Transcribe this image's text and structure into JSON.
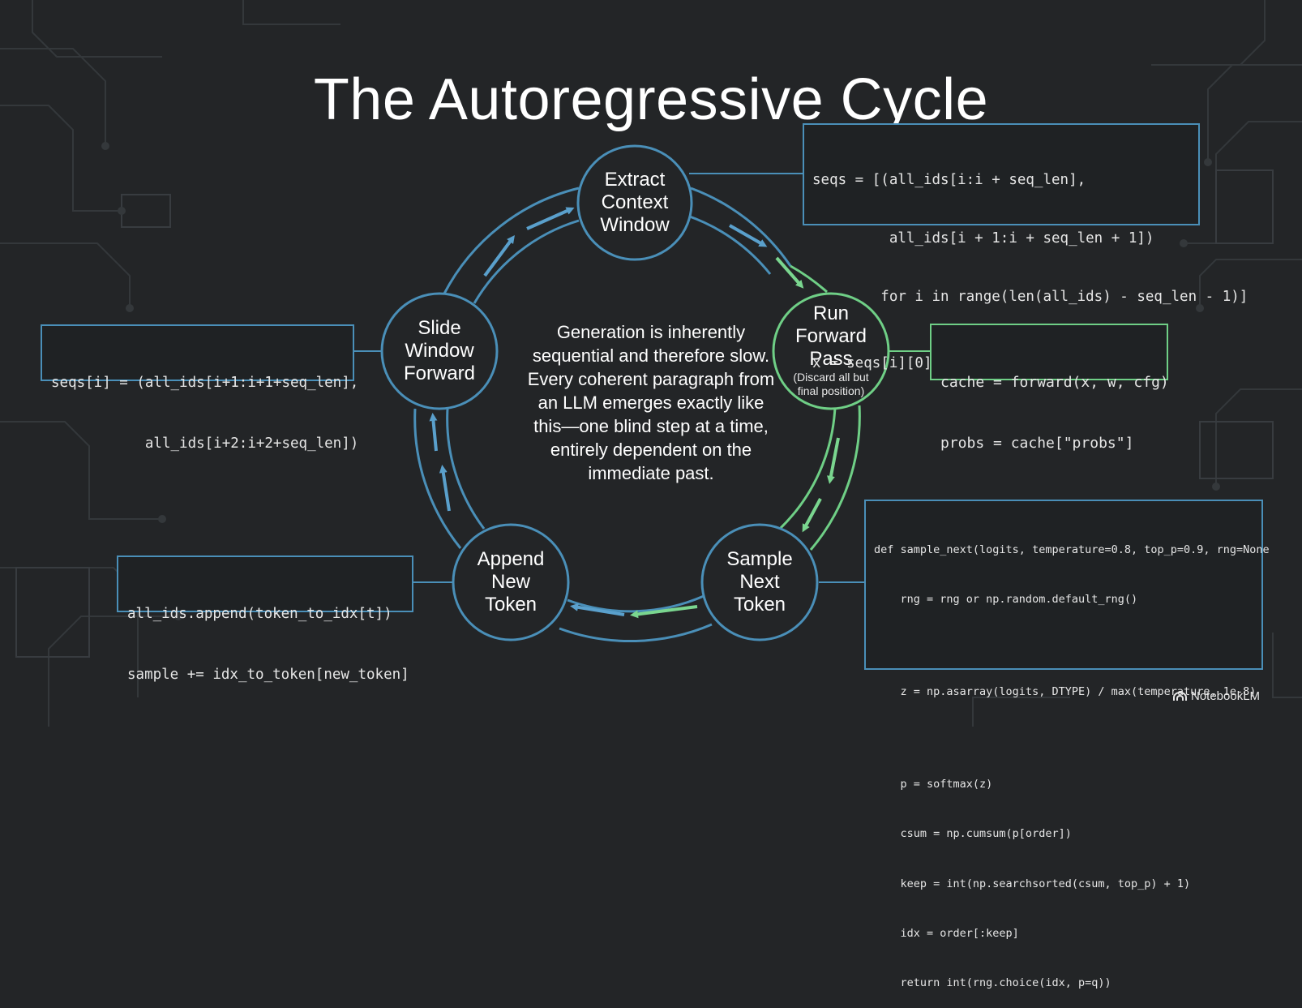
{
  "title": "The Autoregressive Cycle",
  "nodes": {
    "extract": {
      "line1": "Extract",
      "line2": "Context",
      "line3": "Window"
    },
    "run": {
      "line1": "Run",
      "line2": "Forward",
      "line3": "Pass",
      "note1": "(Discard all but",
      "note2": "final position)"
    },
    "sample": {
      "line1": "Sample",
      "line2": "Next",
      "line3": "Token"
    },
    "append": {
      "line1": "Append",
      "line2": "New",
      "line3": "Token"
    },
    "slide": {
      "line1": "Slide",
      "line2": "Window",
      "line3": "Forward"
    }
  },
  "center_text": "Generation is inherently sequential and therefore slow. Every coherent paragraph from an LLM emerges exactly like this—one blind step at a time, entirely dependent on the immediate past.",
  "code": {
    "extract": [
      "seqs = [(all_ids[i:i + seq_len],",
      "         all_ids[i + 1:i + seq_len + 1])",
      "        for i in range(len(all_ids) - seq_len - 1)]",
      "x = seqs[i][0]"
    ],
    "run": [
      "cache = forward(x, w, cfg)",
      "probs = cache[\"probs\"]"
    ],
    "sample": [
      "def sample_next(logits, temperature=0.8, top_p=0.9, rng=None",
      "    rng = rng or np.random.default_rng()",
      "",
      "    z = np.asarray(logits, DTYPE) / max(temperature, 1e-8)",
      "",
      "    p = softmax(z)",
      "    csum = np.cumsum(p[order])",
      "    keep = int(np.searchsorted(csum, top_p) + 1)",
      "    idx = order[:keep]",
      "    return int(rng.choice(idx, p=q))"
    ],
    "append": [
      "all_ids.append(token_to_idx[t])",
      "sample += idx_to_token[new_token]"
    ],
    "slide": [
      "seqs[i] = (all_ids[i+1:i+1+seq_len],",
      "           all_ids[i+2:i+2+seq_len])"
    ]
  },
  "brand": "NotebookLM",
  "colors": {
    "background": "#232527",
    "blue": "#4a8fb8",
    "green": "#6fcf86",
    "text": "#ffffff"
  }
}
